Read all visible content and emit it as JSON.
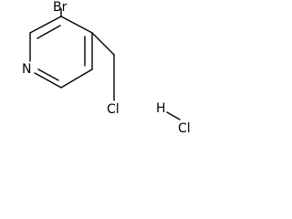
{
  "molecule": {
    "ring_atom_label": "N",
    "substituent_bromo": "Br",
    "substituent_chloro": "Cl",
    "salt_h": "H",
    "salt_cl": "Cl"
  },
  "colors": {
    "bond": "#000000",
    "text": "#000000",
    "background": "#ffffff"
  }
}
